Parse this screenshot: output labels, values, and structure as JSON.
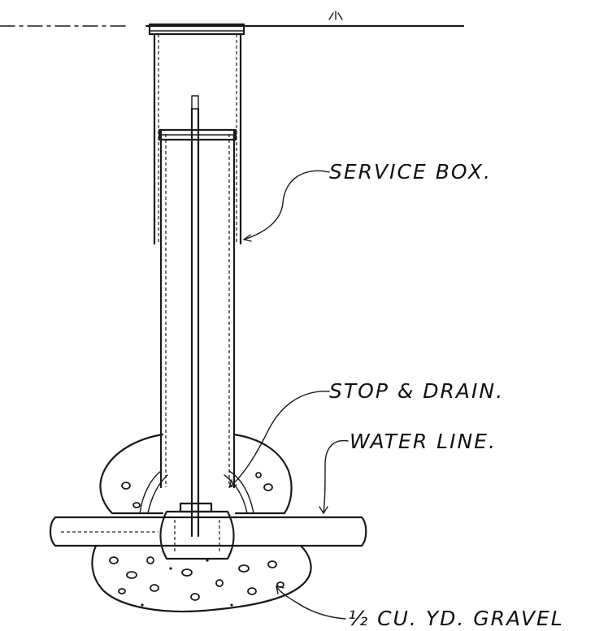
{
  "labels": {
    "service_box": "SERVICE BOX.",
    "stop_drain": "STOP & DRAIN.",
    "water_line": "WATER LINE.",
    "gravel": "½ CU. YD. GRAVEL"
  },
  "colors": {
    "ink": "#1a1a1a",
    "paper": "#ffffff"
  }
}
